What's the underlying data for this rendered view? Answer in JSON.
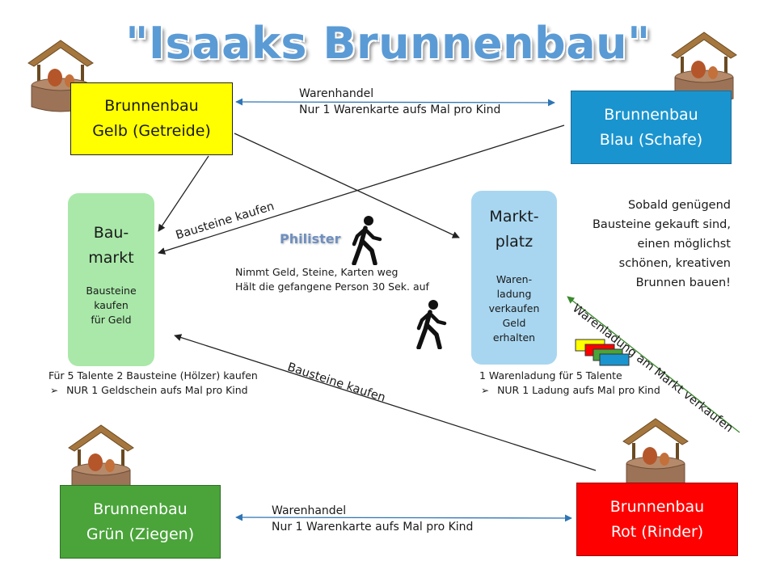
{
  "title": "\"Isaaks Brunnenbau\"",
  "teams": {
    "gelb": {
      "line1": "Brunnenbau",
      "line2": "Gelb (Getreide)",
      "color": "#ffff00"
    },
    "blau": {
      "line1": "Brunnenbau",
      "line2": "Blau (Schafe)",
      "color": "#1a94cf"
    },
    "gruen": {
      "line1": "Brunnenbau",
      "line2": "Grün (Ziegen)",
      "color": "#4aa43a"
    },
    "rot": {
      "line1": "Brunnenbau",
      "line2": "Rot (Rinder)",
      "color": "#ff0000"
    }
  },
  "baumarkt": {
    "line1": "Bau-",
    "line2": "markt",
    "desc1": "Bausteine",
    "desc2": "kaufen",
    "desc3": "für Geld",
    "color": "#a9e8a9"
  },
  "marktplatz": {
    "line1": "Markt-",
    "line2": "platz",
    "desc1": "Waren-",
    "desc2": "ladung",
    "desc3": "verkaufen",
    "desc4": "Geld",
    "desc5": "erhalten",
    "color": "#a8d6f0"
  },
  "trade_top": {
    "line1": "Warenhandel",
    "line2": "Nur 1 Warenkarte aufs Mal pro Kind"
  },
  "trade_bottom": {
    "line1": "Warenhandel",
    "line2": "Nur 1 Warenkarte aufs Mal pro Kind"
  },
  "label_bausteine_upper": "Bausteine kaufen",
  "label_bausteine_lower": "Bausteine kaufen",
  "label_warenladung": "Warenladung am Markt verkaufen",
  "philister": {
    "name": "Philister",
    "line1": "Nimmt Geld, Steine, Karten weg",
    "line2": "Hält die gefangene Person 30 Sek. auf"
  },
  "info_right": {
    "line1": "Sobald genügend",
    "line2": "Bausteine gekauft sind,",
    "line3": "einen möglichst",
    "line4": "schönen, kreativen",
    "line5": "Brunnen bauen!"
  },
  "rule_baumarkt": {
    "line1": "Für 5 Talente 2 Bausteine (Hölzer) kaufen",
    "line2": "NUR 1 Geldschein aufs Mal pro Kind"
  },
  "rule_marktplatz": {
    "line1": "1 Warenladung für 5 Talente",
    "line2": "NUR 1 Ladung aufs Mal pro Kind"
  },
  "icons": [
    "well-icon",
    "walking-person-icon",
    "goods-cards-icon",
    "arrow-bullet-icon"
  ]
}
